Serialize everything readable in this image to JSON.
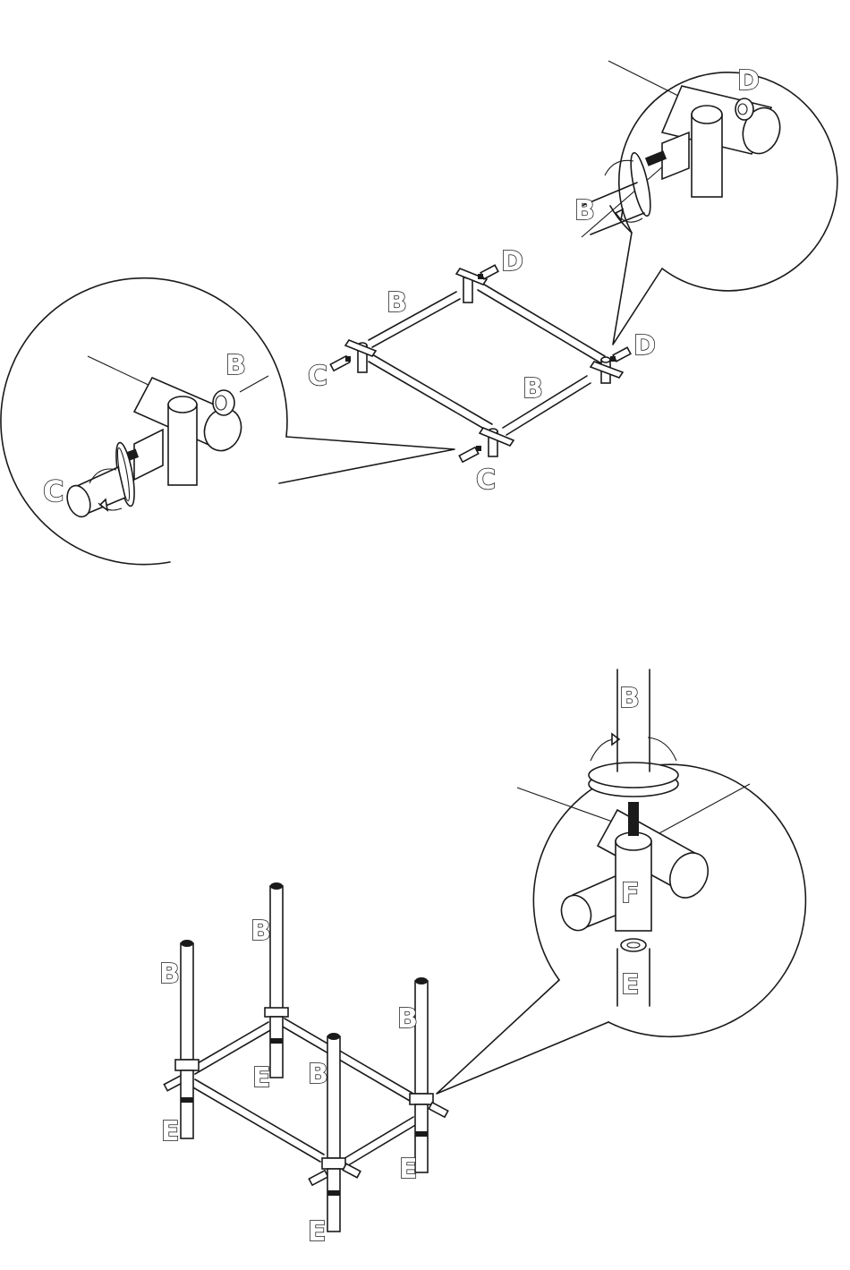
{
  "colors": {
    "line": "#1a1a1a",
    "background": "#ffffff"
  },
  "step1": {
    "labels": {
      "d_top": "D",
      "b_frame": "B",
      "d_right": "D",
      "b_right": "B",
      "c_left": "C",
      "c_bottom": "C",
      "zoom_left_b": "B",
      "zoom_left_c": "C",
      "zoom_right_d": "D",
      "zoom_right_b": "B"
    }
  },
  "step2": {
    "labels": {
      "zoom_b": "B",
      "zoom_f": "F",
      "zoom_e": "E",
      "b_back": "B",
      "b_left": "B",
      "b_right": "B",
      "b_front": "B",
      "e_back": "E",
      "e_left": "E",
      "e_right": "E",
      "e_front": "E"
    }
  }
}
